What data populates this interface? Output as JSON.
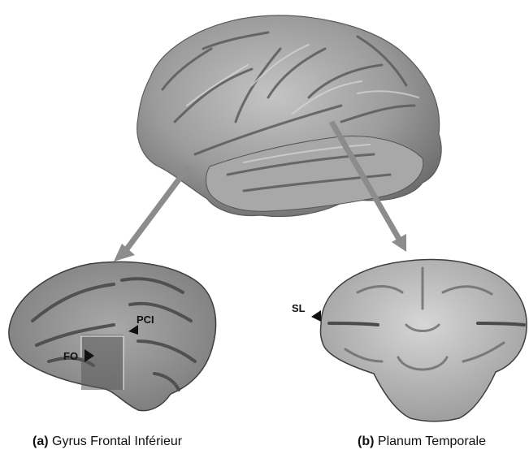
{
  "captions": {
    "a": {
      "letter": "(a)",
      "text": "Gyrus Frontal Inférieur"
    },
    "b": {
      "letter": "(b)",
      "text": "Planum Temporale"
    }
  },
  "labels": {
    "pci": "PCI",
    "fo": "FO",
    "sl": "SL"
  },
  "colors": {
    "arrow": "#8c8c8c",
    "brain_surface": "#9a9a9a",
    "mri_light": "#c8c8c8",
    "mri_dark": "#4a4a4a"
  }
}
